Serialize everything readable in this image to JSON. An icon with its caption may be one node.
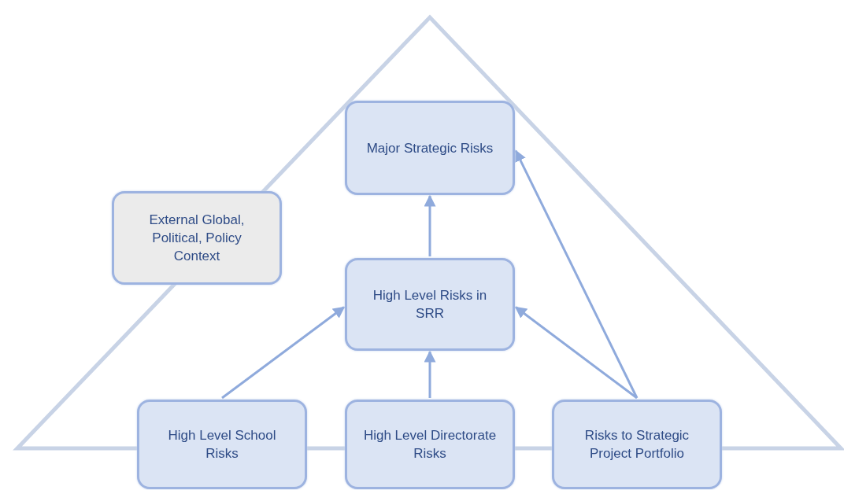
{
  "diagram": {
    "nodes": [
      {
        "text": [
          "Major Strategic Risks"
        ]
      },
      {
        "text": [
          "External Global, Political, Policy Context"
        ]
      },
      {
        "text": [
          "High Level Risks in SRR"
        ]
      },
      {
        "text": [
          "High Level School Risks"
        ]
      },
      {
        "text": [
          "High Level Directorate Risks"
        ]
      },
      {
        "text": [
          "Risks to Strategic Project Portfolio"
        ]
      }
    ],
    "edges": [
      {
        "from": 2,
        "to": 0,
        "arrow": "to"
      },
      {
        "from": 3,
        "to": 2,
        "arrow": "to"
      },
      {
        "from": 4,
        "to": 2,
        "arrow": "to"
      },
      {
        "from": 5,
        "to": 2,
        "arrow": "to"
      },
      {
        "from": 5,
        "to": 0,
        "arrow": "to"
      }
    ]
  }
}
